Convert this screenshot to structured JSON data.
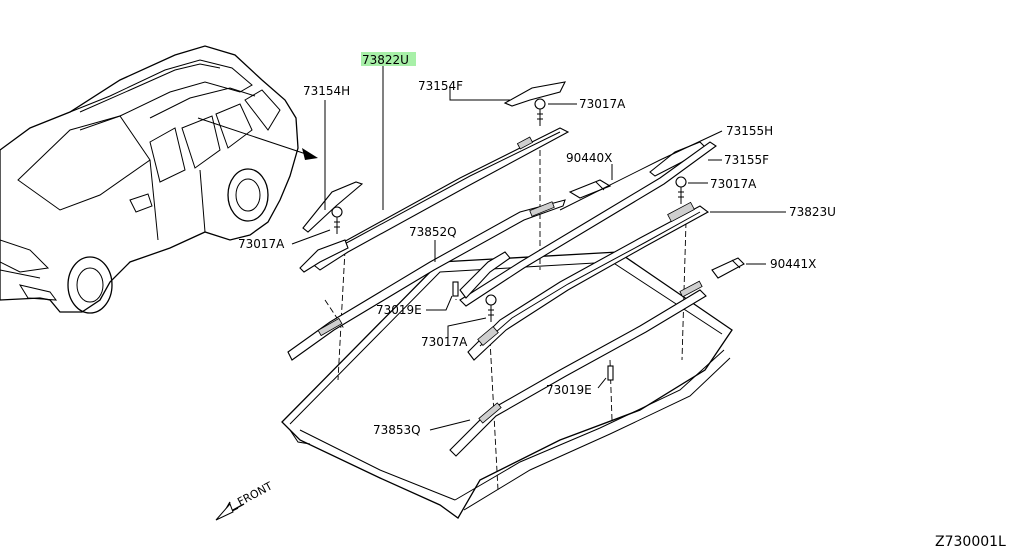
{
  "diagram": {
    "highlight_color": "#a8f0a8",
    "labels": [
      {
        "id": "lbl-73822u",
        "text": "73822U",
        "highlight": true
      },
      {
        "id": "lbl-73154f",
        "text": "73154F"
      },
      {
        "id": "lbl-73017a-1",
        "text": "73017A"
      },
      {
        "id": "lbl-73154h",
        "text": "73154H"
      },
      {
        "id": "lbl-73155h",
        "text": "73155H"
      },
      {
        "id": "lbl-90440x",
        "text": "90440X"
      },
      {
        "id": "lbl-73155f",
        "text": "73155F"
      },
      {
        "id": "lbl-73017a-2",
        "text": "73017A"
      },
      {
        "id": "lbl-73823u",
        "text": "73823U"
      },
      {
        "id": "lbl-73017a-3",
        "text": "73017A"
      },
      {
        "id": "lbl-73852q",
        "text": "73852Q"
      },
      {
        "id": "lbl-90441x",
        "text": "90441X"
      },
      {
        "id": "lbl-73019e-1",
        "text": "73019E"
      },
      {
        "id": "lbl-73017a-4",
        "text": "73017A"
      },
      {
        "id": "lbl-73019e-2",
        "text": "73019E"
      },
      {
        "id": "lbl-73853q",
        "text": "73853Q"
      }
    ],
    "front_label": "FRONT",
    "diagram_id": "Z730001L"
  }
}
